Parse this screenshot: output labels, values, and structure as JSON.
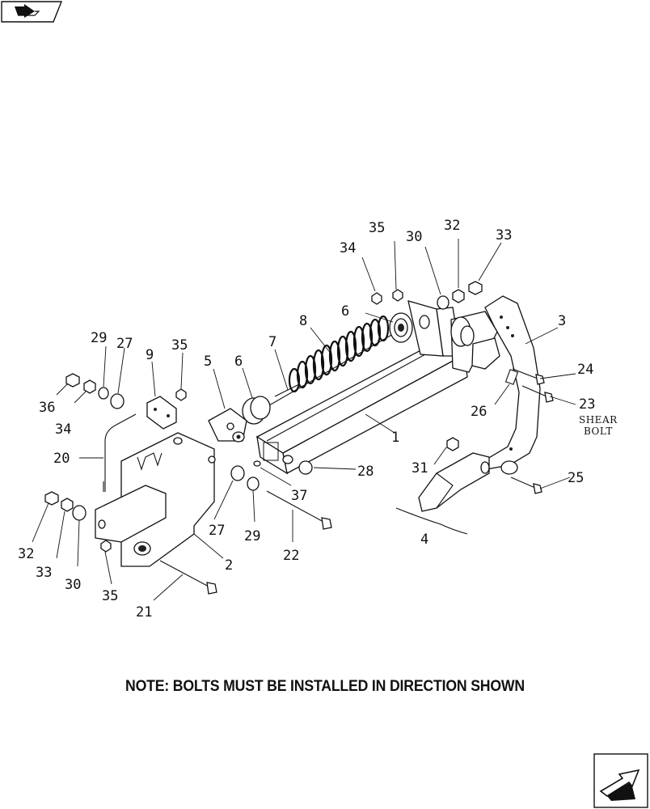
{
  "note": "NOTE: BOLTS MUST BE INSTALLED IN DIRECTION SHOWN",
  "callouts": [
    "35",
    "32",
    "33",
    "34",
    "30",
    "6",
    "8",
    "3",
    "24",
    "7",
    "29",
    "27",
    "35",
    "9",
    "5",
    "6",
    "23",
    "26",
    "1",
    "36",
    "34",
    "20",
    "31",
    "28",
    "37",
    "25",
    "32",
    "27",
    "29",
    "22",
    "4",
    "33",
    "30",
    "2",
    "35",
    "21"
  ],
  "shear_bolt": [
    "SHEAR",
    "BOLT"
  ],
  "icons": {
    "top_left": "previous-page-arrow-icon",
    "bottom_right": "next-page-arrow-icon"
  }
}
